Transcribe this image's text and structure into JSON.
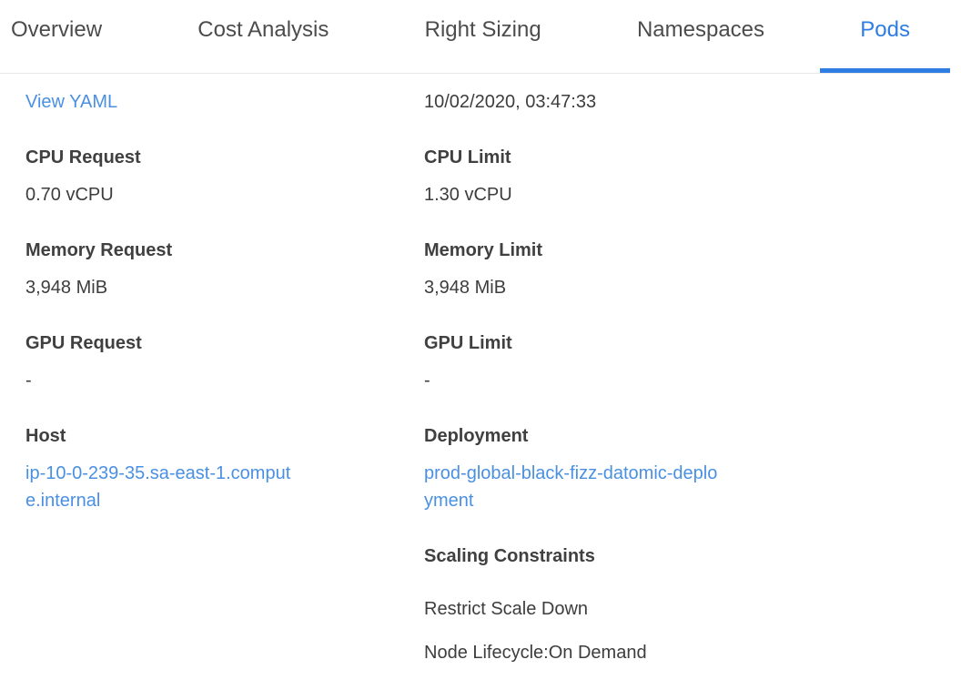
{
  "colors": {
    "active_tab_blue": "#2d7de2",
    "link_blue": "#4a90e2",
    "tab_text_gray": "#4c4c4c",
    "body_text_gray": "#3d3d3d",
    "divider_gray": "#e9e9e9"
  },
  "tabs": [
    {
      "label": "Overview",
      "active": false
    },
    {
      "label": "Cost Analysis",
      "active": false
    },
    {
      "label": "Right Sizing",
      "active": false
    },
    {
      "label": "Namespaces",
      "active": false
    },
    {
      "label": "Pods",
      "active": true
    }
  ],
  "details": {
    "view_yaml_link": "View YAML",
    "timestamp": "10/02/2020, 03:47:33",
    "left_fields": [
      {
        "label": "CPU Request",
        "value": "0.70 vCPU"
      },
      {
        "label": "Memory Request",
        "value": "3,948 MiB"
      },
      {
        "label": "GPU Request",
        "value": "-"
      },
      {
        "label": "Host",
        "value": "ip-10-0-239-35.sa-east-1.compute.internal"
      }
    ],
    "right_fields": [
      {
        "label": "CPU Limit",
        "value": "1.30 vCPU"
      },
      {
        "label": "Memory Limit",
        "value": "3,948 MiB"
      },
      {
        "label": "GPU Limit",
        "value": "-"
      },
      {
        "label": "Deployment",
        "value": "prod-global-black-fizz-datomic-deployment"
      }
    ],
    "scaling": {
      "heading": "Scaling Constraints",
      "items": [
        "Restrict Scale Down",
        "Node Lifecycle:On Demand"
      ]
    }
  }
}
